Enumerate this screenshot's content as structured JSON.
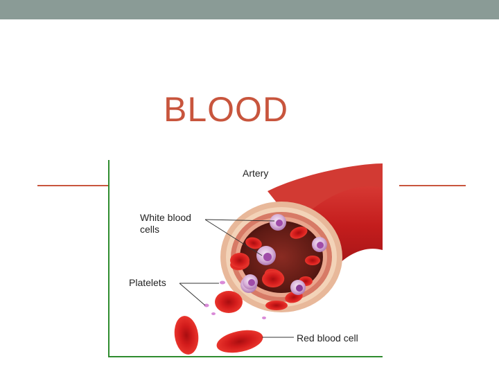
{
  "slide": {
    "title": "BLOOD"
  },
  "diagram": {
    "labels": {
      "artery": "Artery",
      "white_blood_cells_line1": "White blood",
      "white_blood_cells_line2": "cells",
      "platelets": "Platelets",
      "red_blood_cell": "Red blood cell"
    }
  },
  "colors": {
    "accent": "#c8553d",
    "top_bar": "#8a9b96",
    "artery_red": "#c81e1e",
    "cell_red": "#d81818",
    "white_cell_purple": "#a04ca8",
    "platelet_pink": "#d98ad8",
    "frame_green": "#2e8b2e"
  }
}
